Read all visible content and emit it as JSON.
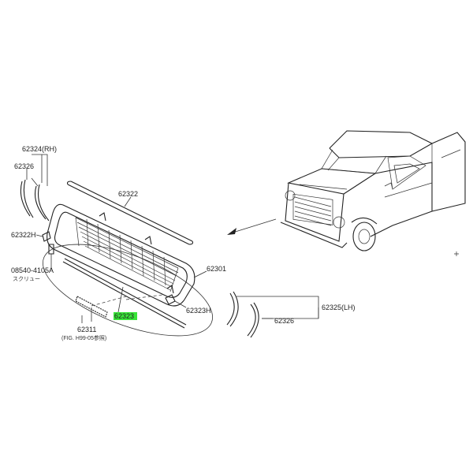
{
  "diagram": {
    "labels": {
      "p62324": "62324(RH)",
      "p62326_left": "62326",
      "p62322": "62322",
      "p62322h": "62322H",
      "p08540": "08540-4105A",
      "p08540_sub": "スクリュー",
      "p62311": "62311",
      "p62311_ref": "(FIG. H99-05参照)",
      "p62323": "62323",
      "p62323h": "62323H",
      "p62301": "62301",
      "p62325": "62325(LH)",
      "p62326_right": "62326"
    },
    "colors": {
      "highlight": "#39e639",
      "ink": "#222222"
    }
  }
}
